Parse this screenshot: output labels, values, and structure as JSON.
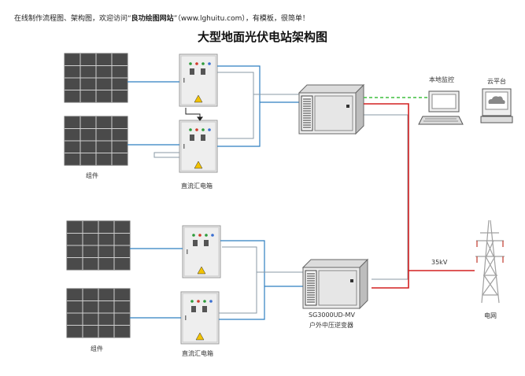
{
  "banner": {
    "prefix": "在线制作流程图、架构图，欢迎访问“",
    "site_name": "良功绘图网站",
    "suffix": "”（www.lghuitu.com），有模板，很简单！"
  },
  "title": "大型地面光伏电站架构图",
  "labels": {
    "module_top": "组件",
    "combiner_top": "直流汇电箱",
    "module_bottom": "组件",
    "combiner_bottom": "直流汇电箱",
    "local_monitor": "本地监控",
    "cloud": "云平台",
    "inverter_model": "SG3000UD-MV",
    "inverter_name": "户外中压逆变器",
    "voltage": "35kV",
    "grid": "电网"
  },
  "colors": {
    "panel_fill": "#4a4a4a",
    "panel_grid": "#cfcfcf",
    "dc_wire": "#2f7fc1",
    "ac_wire": "#8a98a6",
    "grid_wire": "#d42020",
    "comm_link": "#3fbf3f",
    "cabinet": "#eeeeee",
    "warning": "#f2c200",
    "tower": "#a0a0a0"
  }
}
